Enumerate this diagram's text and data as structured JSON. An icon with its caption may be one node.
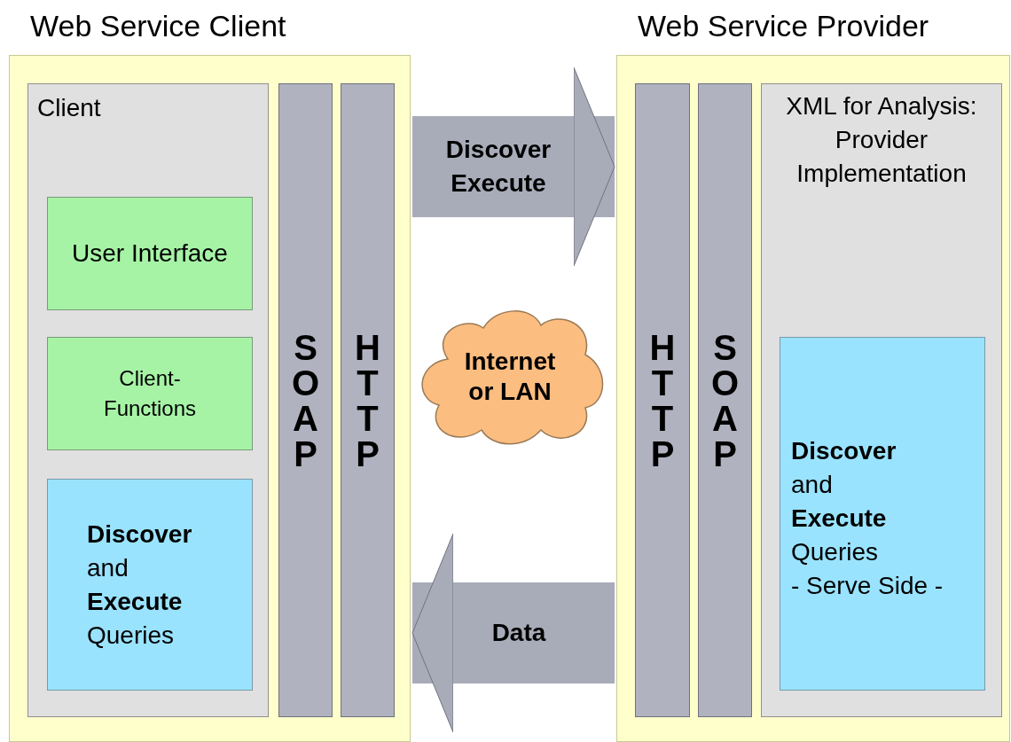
{
  "diagram": {
    "nodes": [
      {
        "text": [
          "Web Service Client"
        ]
      },
      {
        "text": [
          "Client"
        ],
        "in": 0
      },
      {
        "text": [
          "User Interface"
        ],
        "in": 1
      },
      {
        "text": [
          "Client-Functions"
        ],
        "in": 1
      },
      {
        "text": [
          "**Discover** and **Execute** Queries"
        ],
        "in": 1
      },
      {
        "text": [
          "SOAP"
        ],
        "in": 0
      },
      {
        "text": [
          "HTTP"
        ],
        "in": 0
      },
      {
        "text": [
          "Internet or LAN"
        ]
      },
      {
        "text": [
          "Web Service Provider"
        ]
      },
      {
        "text": [
          "HTTP"
        ],
        "in": 8
      },
      {
        "text": [
          "SOAP"
        ],
        "in": 8
      },
      {
        "text": [
          "XML for Analysis: Provider Implementation"
        ],
        "in": 8
      },
      {
        "text": [
          "**Discover** and **Execute** Queries",
          "- Serve Side -"
        ],
        "in": 11
      }
    ],
    "edges": [
      {
        "from": 0,
        "to": 8,
        "arrow": "to",
        "label": "Discover Execute"
      },
      {
        "from": 8,
        "to": 0,
        "arrow": "to",
        "label": "Data"
      }
    ]
  }
}
